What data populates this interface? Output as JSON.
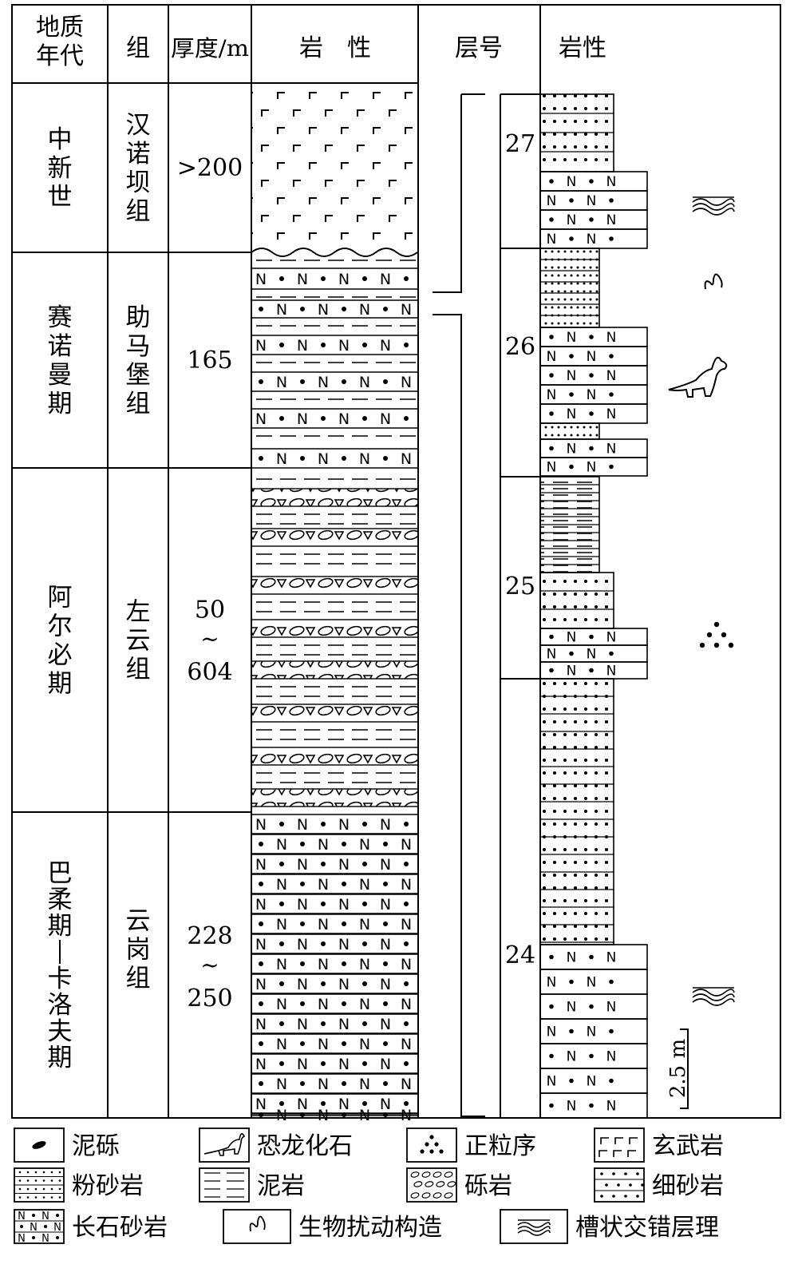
{
  "header": {
    "age": "地质年代",
    "formation": "组",
    "thickness": "厚度/m",
    "lithology": "岩　性",
    "layer_no": "层号",
    "lithology_detail": "岩性"
  },
  "units": [
    {
      "age": "中新世",
      "formation": "汉诺坝组",
      "thickness": ">200",
      "lith": "basalt"
    },
    {
      "age": "赛诺曼期",
      "formation": "助马堡组",
      "thickness": "165",
      "lith": "feldspathic_mud"
    },
    {
      "age": "阿尔必期",
      "formation": "左云组",
      "thickness": "50~604",
      "lith": "conglomerate_mud"
    },
    {
      "age": "巴柔期—卡洛夫期",
      "formation": "云岗组",
      "thickness": "228~250",
      "lith": "feldspathic"
    }
  ],
  "layers": [
    {
      "id": "27"
    },
    {
      "id": "26"
    },
    {
      "id": "25"
    },
    {
      "id": "24"
    }
  ],
  "scale_bar": "2.5 m",
  "legend": [
    {
      "icon": "mud-gravel-icon",
      "label": "泥砾"
    },
    {
      "icon": "dinosaur-fossil-icon",
      "label": "恐龙化石"
    },
    {
      "icon": "normal-grading-icon",
      "label": "正粒序"
    },
    {
      "icon": "basalt-icon",
      "label": "玄武岩"
    },
    {
      "icon": "siltstone-icon",
      "label": "粉砂岩"
    },
    {
      "icon": "mudstone-icon",
      "label": "泥岩"
    },
    {
      "icon": "conglomerate-icon",
      "label": "砾岩"
    },
    {
      "icon": "fine-sandstone-icon",
      "label": "细砂岩"
    },
    {
      "icon": "arkose-icon",
      "label": "长石砂岩"
    },
    {
      "icon": "bioturbation-icon",
      "label": "生物扰动构造"
    },
    {
      "icon": "trough-cross-bedding-icon",
      "label": "槽状交错层理"
    }
  ]
}
